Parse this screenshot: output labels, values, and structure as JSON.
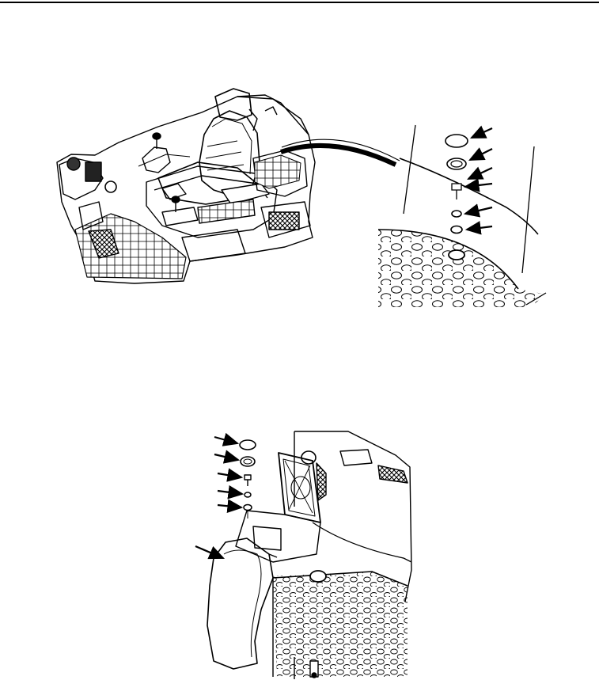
{
  "page": {
    "top_rule": true
  },
  "figures": [
    {
      "id": "figure-top",
      "parts": [
        "seat-assembly-view",
        "detail-callout-view"
      ],
      "callout_arrow_count": 6
    },
    {
      "id": "figure-bottom",
      "parts": [
        "console-armrest-view"
      ],
      "callout_arrow_count": 6
    }
  ],
  "colors": {
    "ink": "#000000",
    "paper": "#ffffff"
  }
}
